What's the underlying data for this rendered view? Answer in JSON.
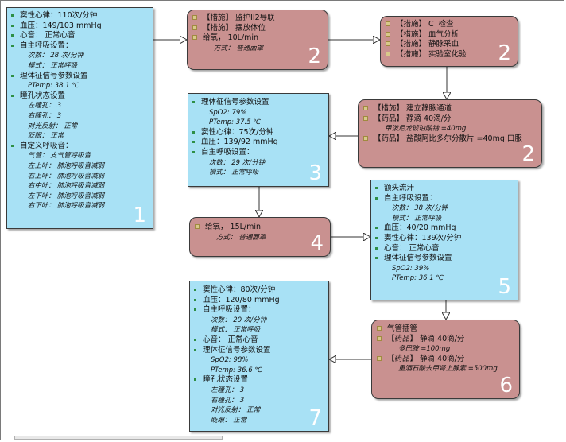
{
  "nodes": [
    {
      "id": "1",
      "number": "1",
      "lines": [
        {
          "t": "窦性心律：110次/分钟",
          "lv": 0
        },
        {
          "t": "血压：149/103  mmHg",
          "lv": 0
        },
        {
          "t": "心音：  正常心音",
          "lv": 0
        },
        {
          "t": "自主呼吸设置：",
          "lv": 0
        },
        {
          "t": "次数：  28 次/分钟",
          "lv": 1
        },
        {
          "t": "模式：  正常呼吸",
          "lv": 1
        },
        {
          "t": "理体征信号参数设置",
          "lv": 0
        },
        {
          "t": "PTemp: 38.1 ℃",
          "lv": 1
        },
        {
          "t": "瞳孔状态设置",
          "lv": 0
        },
        {
          "t": "左瞳孔：  3",
          "lv": 1
        },
        {
          "t": "右瞳孔：  3",
          "lv": 1
        },
        {
          "t": "对光反射：  正常",
          "lv": 1
        },
        {
          "t": "眨眼：  正常",
          "lv": 1
        },
        {
          "t": "自定义呼吸音：",
          "lv": 0
        },
        {
          "t": "气管：  支气管呼吸音",
          "lv": 1
        },
        {
          "t": "左上叶：  肺泡呼吸音减弱",
          "lv": 1
        },
        {
          "t": "右上叶：  肺泡呼吸音减弱",
          "lv": 1
        },
        {
          "t": "右中叶：  肺泡呼吸音减弱",
          "lv": 1
        },
        {
          "t": "左下叶：  肺泡呼吸音减弱",
          "lv": 1
        },
        {
          "t": "右下叶：  肺泡呼吸音减弱",
          "lv": 1
        }
      ]
    },
    {
      "id": "2a",
      "number": "2",
      "lines": [
        {
          "t": "【措施】 监护II2导联",
          "lv": 0
        },
        {
          "t": "【措施】 摆放体位",
          "lv": 0
        },
        {
          "t": "给氧， 10L/min",
          "lv": 0
        },
        {
          "t": "方式：  普通面罩",
          "lv": 1
        }
      ]
    },
    {
      "id": "2b",
      "number": "2",
      "lines": [
        {
          "t": "【措施】 CT检查",
          "lv": 0
        },
        {
          "t": "【措施】 血气分析",
          "lv": 0
        },
        {
          "t": "【措施】 静脉采血",
          "lv": 0
        },
        {
          "t": "【措施】 实验室化验",
          "lv": 0
        }
      ]
    },
    {
      "id": "2c",
      "number": "2",
      "lines": [
        {
          "t": "【措施】 建立静脉通道",
          "lv": 0
        },
        {
          "t": "【药品】 静滴  40滴/分",
          "lv": 0
        },
        {
          "t": "甲泼尼龙琥珀酸钠  =40mg",
          "lv": 1
        },
        {
          "t": "【药品】 盐酸阿比多尔分散片  =40mg 口服",
          "lv": 0
        }
      ]
    },
    {
      "id": "3",
      "number": "3",
      "lines": [
        {
          "t": "理体征信号参数设置",
          "lv": 0
        },
        {
          "t": "SpO2: 79%",
          "lv": 1
        },
        {
          "t": "PTemp: 37.5 ℃",
          "lv": 1
        },
        {
          "t": "窦性心律：75次/分钟",
          "lv": 0
        },
        {
          "t": "血压：139/92  mmHg",
          "lv": 0
        },
        {
          "t": "自主呼吸设置：",
          "lv": 0
        },
        {
          "t": "次数：  29 次/分钟",
          "lv": 1
        },
        {
          "t": "模式：  正常呼吸",
          "lv": 1
        }
      ]
    },
    {
      "id": "4",
      "number": "4",
      "lines": [
        {
          "t": "给氧， 15L/min",
          "lv": 0
        },
        {
          "t": "方式：  普通面罩",
          "lv": 1
        }
      ]
    },
    {
      "id": "5",
      "number": "5",
      "lines": [
        {
          "t": "额头流汗",
          "lv": 0
        },
        {
          "t": "自主呼吸设置：",
          "lv": 0
        },
        {
          "t": "次数：  38 次/分钟",
          "lv": 1
        },
        {
          "t": "模式：  正常呼吸",
          "lv": 1
        },
        {
          "t": "血压：40/20  mmHg",
          "lv": 0
        },
        {
          "t": "窦性心律：139次/分钟",
          "lv": 0
        },
        {
          "t": "心音：  正常心音",
          "lv": 0
        },
        {
          "t": "理体征信号参数设置",
          "lv": 0
        },
        {
          "t": "SpO2: 39%",
          "lv": 1
        },
        {
          "t": "PTemp: 36.1 ℃",
          "lv": 1
        }
      ]
    },
    {
      "id": "6",
      "number": "6",
      "lines": [
        {
          "t": "气管插管",
          "lv": 0
        },
        {
          "t": "【药品】 静滴  40滴/分",
          "lv": 0
        },
        {
          "t": "多巴胺  =100mg",
          "lv": 1
        },
        {
          "t": "【药品】 静滴  40滴/分",
          "lv": 0
        },
        {
          "t": "重酒石酸去甲肾上腺素  =500mg",
          "lv": 1
        }
      ]
    },
    {
      "id": "7",
      "number": "7",
      "lines": [
        {
          "t": "窦性心律：80次/分钟",
          "lv": 0
        },
        {
          "t": "血压：120/80  mmHg",
          "lv": 0
        },
        {
          "t": "自主呼吸设置：",
          "lv": 0
        },
        {
          "t": "次数：  20 次/分钟",
          "lv": 1
        },
        {
          "t": "模式：  正常呼吸",
          "lv": 1
        },
        {
          "t": "心音：  正常心音",
          "lv": 0
        },
        {
          "t": "理体征信号参数设置",
          "lv": 0
        },
        {
          "t": "SpO2: 98%",
          "lv": 1
        },
        {
          "t": "PTemp: 36.6 ℃",
          "lv": 1
        },
        {
          "t": "瞳孔状态设置",
          "lv": 0
        },
        {
          "t": "左瞳孔：  3",
          "lv": 1
        },
        {
          "t": "右瞳孔：  3",
          "lv": 1
        },
        {
          "t": "对光反射：  正常",
          "lv": 1
        },
        {
          "t": "眨眼：  正常",
          "lv": 1
        }
      ]
    }
  ],
  "edges": [
    [
      "1",
      "2a"
    ],
    [
      "2a",
      "2b"
    ],
    [
      "2b",
      "2c"
    ],
    [
      "2c",
      "3"
    ],
    [
      "3",
      "4"
    ],
    [
      "4",
      "5"
    ],
    [
      "5",
      "6"
    ],
    [
      "6",
      "7"
    ]
  ],
  "colors": {
    "state_node": "#a8e1f5",
    "action_node": "#c99190",
    "line": "#333333",
    "number": "#ffffff",
    "bullet": "#2e8f45"
  }
}
